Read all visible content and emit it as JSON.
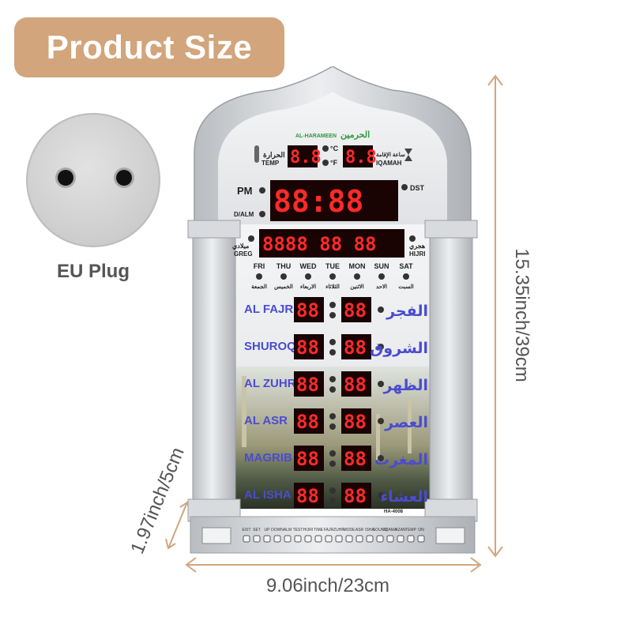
{
  "banner": {
    "title": "Product Size"
  },
  "plug": {
    "label": "EU Plug"
  },
  "dimensions": {
    "height": "15.35inch/39cm",
    "width": "9.06inch/23cm",
    "depth": "1.97inch/5cm"
  },
  "clock": {
    "brand_en": "AL-HARAMEEN",
    "brand_ar": "الحرمين",
    "temp_ar": "الحرارة",
    "temp_label": "TEMP",
    "unit_c": "°C",
    "unit_f": "°F",
    "iqamah_ar": "ساعة الإقامة",
    "iqamah_label": "IQAMAH",
    "pm_label": "PM",
    "dst_label": "DST",
    "dalm_label": "D/ALM",
    "greg_ar": "ميلادي",
    "greg_label": "GREG",
    "hijri_ar": "هجري",
    "hijri_label": "HIJRI",
    "days": [
      {
        "en": "FRI",
        "ar": "الجمعة"
      },
      {
        "en": "THU",
        "ar": "الخميس"
      },
      {
        "en": "WED",
        "ar": "الاربعاء"
      },
      {
        "en": "TUE",
        "ar": "الثلاثاء"
      },
      {
        "en": "MON",
        "ar": "الاثنين"
      },
      {
        "en": "SUN",
        "ar": "الاحد"
      },
      {
        "en": "SAT",
        "ar": "السبت"
      }
    ],
    "prayers": [
      {
        "en": "AL FAJR",
        "ar": "الفجر"
      },
      {
        "en": "SHUROQ",
        "ar": "الشروق"
      },
      {
        "en": "AL ZUHR",
        "ar": "الظهر"
      },
      {
        "en": "AL ASR",
        "ar": "العصر"
      },
      {
        "en": "MAGRIB",
        "ar": "المغرب"
      },
      {
        "en": "AL ISHA",
        "ar": "العشاء"
      }
    ],
    "model": "HA-4008",
    "button_labels": [
      "EXIT",
      "SET",
      "UP",
      "DOWN",
      "ALM",
      "TEST",
      "HIJRI",
      "TIME",
      "FAJR",
      "ZUHR",
      "MODE",
      "ASR",
      "ISHA",
      "SOUND",
      "IQAMA",
      "AZAN",
      "TEMP",
      "ON"
    ],
    "digits_small": "8.8",
    "digits_main": "88:88",
    "digits_date": "8888 88 88",
    "digits_prayer": "88"
  },
  "colors": {
    "banner": "#d2a57c",
    "led": "#ff2a2a",
    "prayer_text": "#4a4cd0",
    "brand_green": "#2e9a3a"
  }
}
